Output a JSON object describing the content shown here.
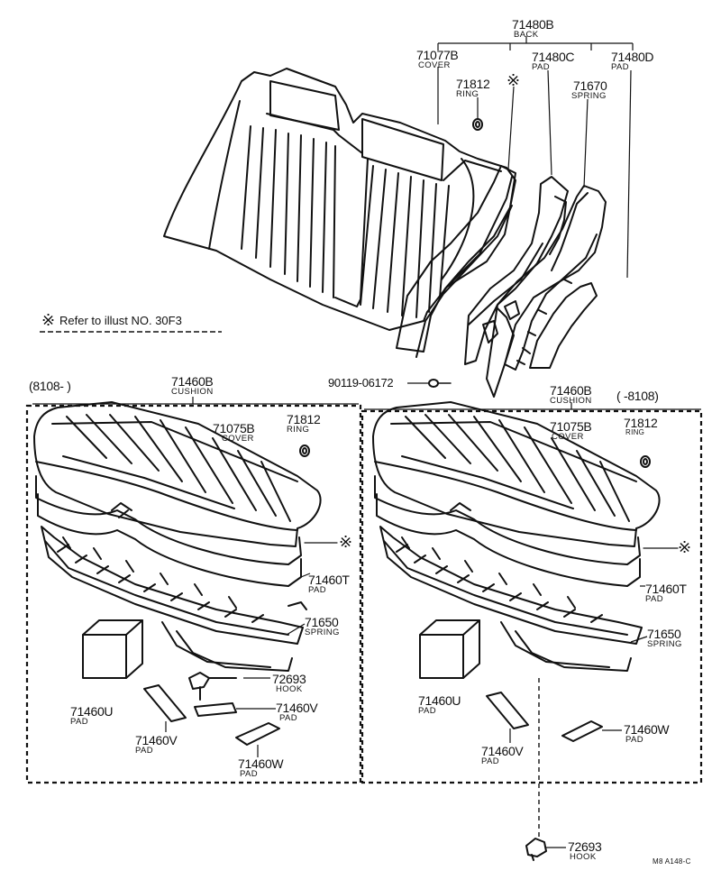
{
  "note": {
    "mark": "※",
    "text": "Refer to illust NO. 30F3"
  },
  "back": {
    "assembly": {
      "number": "71480B",
      "name": "BACK"
    },
    "cover": {
      "number": "71077B",
      "name": "COVER"
    },
    "ring": {
      "number": "71812",
      "name": "RING"
    },
    "ref_mark": "※",
    "pad_c": {
      "number": "71480C",
      "name": "PAD"
    },
    "pad_d": {
      "number": "71480D",
      "name": "PAD"
    },
    "spring": {
      "number": "71670",
      "name": "SPRING"
    },
    "bolt": {
      "number": "90119-06172"
    }
  },
  "left_panel": {
    "range": "(8108-      )",
    "cushion": {
      "number": "71460B",
      "name": "CUSHION"
    },
    "cover": {
      "number": "71075B",
      "name": "COVER"
    },
    "ring": {
      "number": "71812",
      "name": "RING"
    },
    "ref_mark": "※",
    "pad_t": {
      "number": "71460T",
      "name": "PAD"
    },
    "spring": {
      "number": "71650",
      "name": "SPRING"
    },
    "hook": {
      "number": "72693",
      "name": "HOOK"
    },
    "pad_u": {
      "number": "71460U",
      "name": "PAD"
    },
    "pad_v1": {
      "number": "71460V",
      "name": "PAD"
    },
    "pad_v2": {
      "number": "71460V",
      "name": "PAD"
    },
    "pad_w": {
      "number": "71460W",
      "name": "PAD"
    }
  },
  "right_panel": {
    "range": "(      -8108)",
    "cushion": {
      "number": "71460B",
      "name": "CUSHION"
    },
    "cover": {
      "number": "71075B",
      "name": "COVER"
    },
    "ring": {
      "number": "71812",
      "name": "RING"
    },
    "ref_mark": "※",
    "pad_t": {
      "number": "71460T",
      "name": "PAD"
    },
    "spring": {
      "number": "71650",
      "name": "SPRING"
    },
    "pad_u": {
      "number": "71460U",
      "name": "PAD"
    },
    "pad_v": {
      "number": "71460V",
      "name": "PAD"
    },
    "pad_w": {
      "number": "71460W",
      "name": "PAD"
    }
  },
  "hook_bottom": {
    "number": "72693",
    "name": "HOOK"
  },
  "figure_code": "M8 A148-C"
}
